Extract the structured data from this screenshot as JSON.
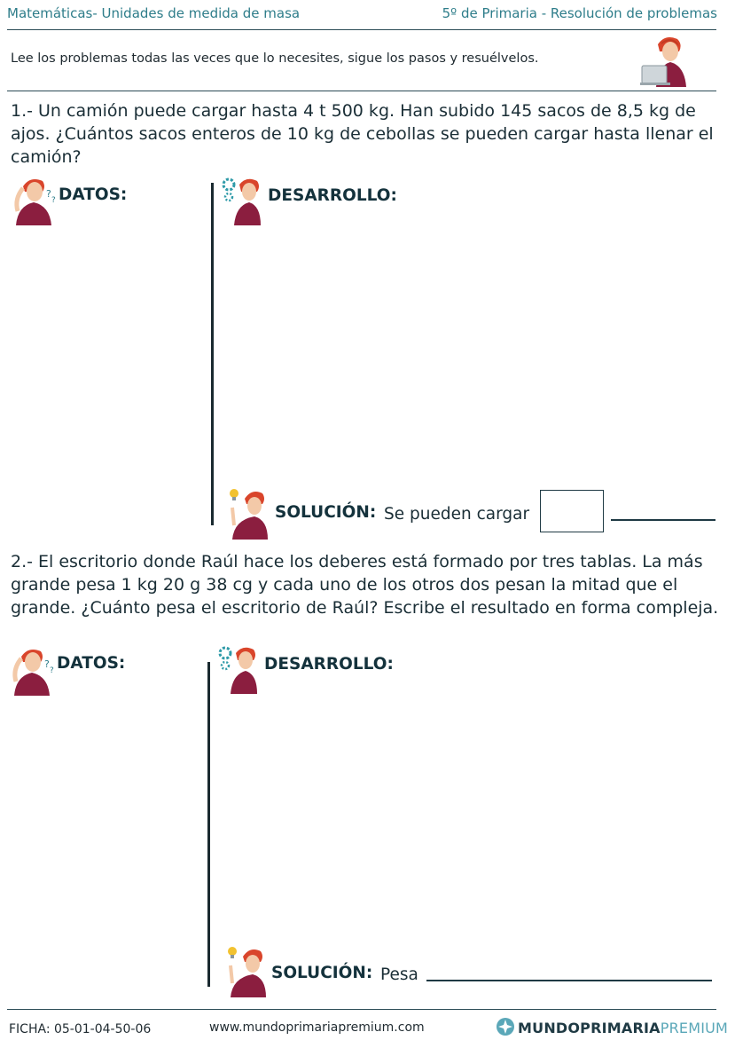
{
  "header": {
    "left": "Matemáticas- Unidades de medida de masa",
    "right": "5º de Primaria - Resolución de problemas"
  },
  "instructions": "Lee los problemas todas las veces que lo necesites, sigue los pasos y resuélvelos.",
  "problems": [
    {
      "text": "1.- Un camión puede cargar hasta 4 t 500 kg. Han subido 145 sacos de 8,5 kg de ajos. ¿Cuántos sacos enteros de 10 kg de cebollas se pueden cargar hasta llenar el camión?",
      "datos_label": "DATOS:",
      "desarrollo_label": "DESARROLLO:",
      "solucion_label": "SOLUCIÓN:",
      "solucion_text": "Se pueden cargar"
    },
    {
      "text": "2.- El escritorio donde Raúl hace los deberes está formado por tres tablas. La más grande pesa 1 kg 20 g 38 cg y cada uno de los otros dos pesan la mitad que el grande. ¿Cuánto pesa el escritorio de Raúl? Escribe el resultado en forma compleja.",
      "datos_label": "DATOS:",
      "desarrollo_label": "DESARROLLO:",
      "solucion_label": "SOLUCIÓN:",
      "solucion_text": "Pesa"
    }
  ],
  "footer": {
    "ficha": "FICHA:  05-01-04-50-06",
    "website": "www.mundoprimariapremium.com",
    "brand_main": "MUNDOPRIMARIA",
    "brand_accent": "PREMIUM"
  },
  "colors": {
    "header_text": "#2e7d8a",
    "sweater": "#8b1e3f",
    "hair": "#d9452b",
    "skin": "#f3c9a8"
  }
}
